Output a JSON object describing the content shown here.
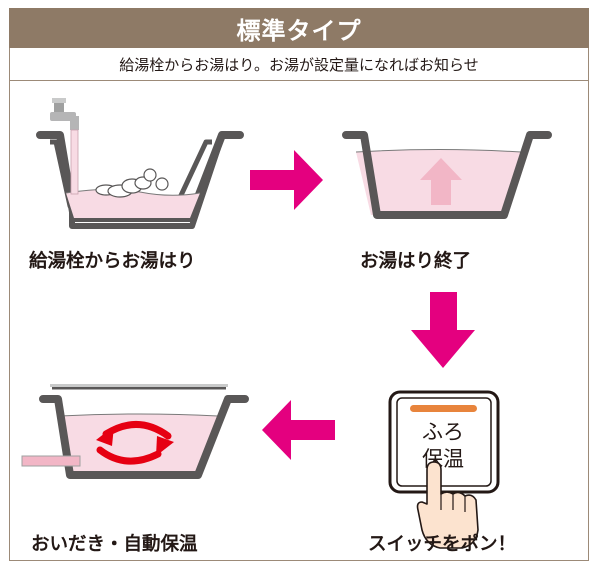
{
  "header": {
    "title": "標準タイプ"
  },
  "subtitle": "給湯栓からお湯はり。お湯が設定量になればお知らせ",
  "steps": [
    {
      "caption": "給湯栓からお湯はり"
    },
    {
      "caption": "お湯はり終了"
    },
    {
      "caption": "スイッチをポン！"
    },
    {
      "caption": "おいだき・自動保温"
    }
  ],
  "switch": {
    "line1": "ふろ",
    "line2": "保温"
  },
  "colors": {
    "header_bg": "#8e7a66",
    "arrow": "#e4007f",
    "water": "#f8dbe4",
    "up_arrow": "#f2b6c6",
    "tub_outline": "#595757",
    "reheat_arrow": "#e60012",
    "switch_bar": "#e8843c"
  }
}
